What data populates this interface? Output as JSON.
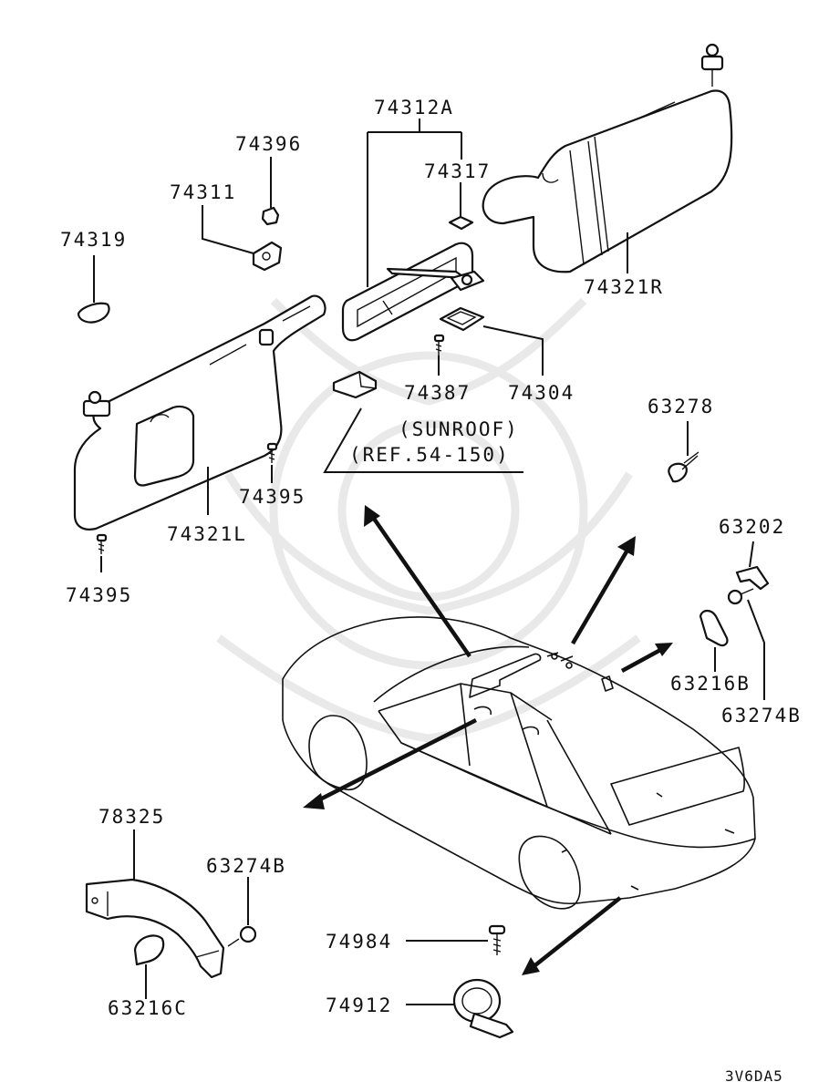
{
  "diagram": {
    "labels": {
      "p74312A": "74312A",
      "p74396": "74396",
      "p74317": "74317",
      "p74311": "74311",
      "p74319": "74319",
      "p74321R": "74321R",
      "p74387": "74387",
      "p74304": "74304",
      "p74321L": "74321L",
      "p74395a": "74395",
      "p74395b": "74395",
      "p63278": "63278",
      "p63202": "63202",
      "p63216B": "63216B",
      "p63274B_right": "63274B",
      "p78325": "78325",
      "p63274B_left": "63274B",
      "p63216C": "63216C",
      "p74984": "74984",
      "p74912": "74912"
    },
    "sunroof_note": "(SUNROOF)",
    "sunroof_ref": "(REF.54-150)",
    "drawing_code": "3V6DA5"
  }
}
